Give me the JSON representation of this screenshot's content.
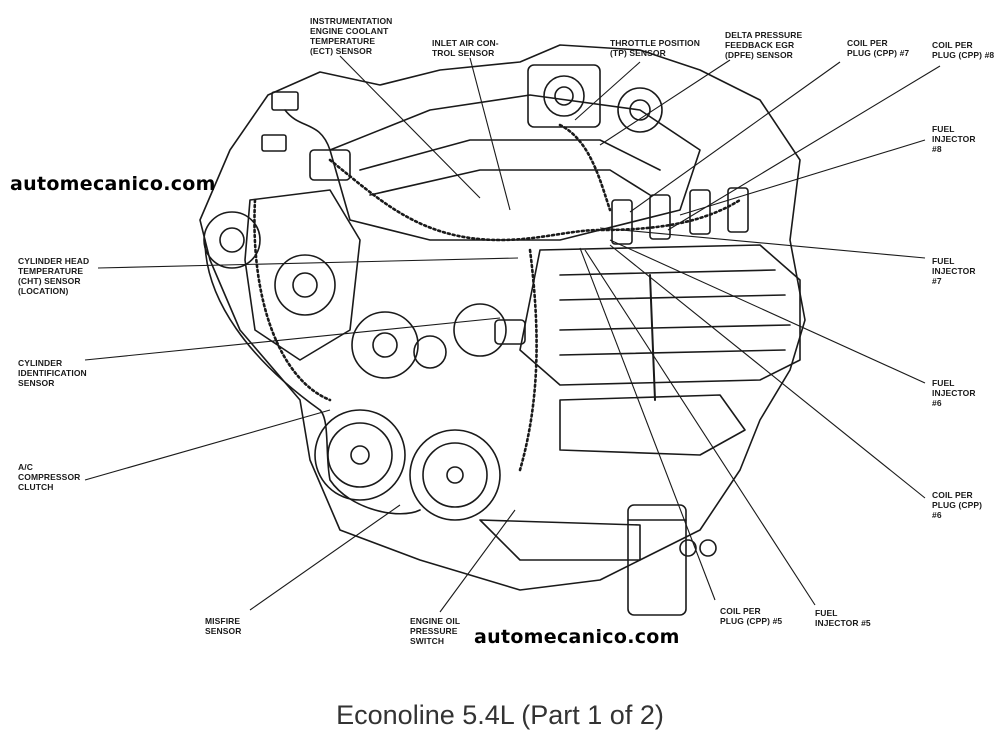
{
  "watermarks": [
    "automecanico.com",
    "automecanico.com"
  ],
  "caption": "Econoline 5.4L (Part 1 of 2)",
  "callouts": [
    {
      "id": "ect-sensor",
      "text": "INSTRUMENTATION\nENGINE COOLANT\nTEMPERATURE\n(ECT) SENSOR"
    },
    {
      "id": "iac-sensor",
      "text": "INLET AIR CON-\nTROL SENSOR"
    },
    {
      "id": "tp-sensor",
      "text": "THROTTLE POSITION\n(TP) SENSOR"
    },
    {
      "id": "dpfe-sensor",
      "text": "DELTA PRESSURE\nFEEDBACK EGR\n(DPFE) SENSOR"
    },
    {
      "id": "cpp-7",
      "text": "COIL PER\nPLUG (CPP) #7"
    },
    {
      "id": "cpp-8",
      "text": "COIL PER\nPLUG (CPP) #8"
    },
    {
      "id": "fuel-injector-8",
      "text": "FUEL\nINJECTOR\n#8"
    },
    {
      "id": "fuel-injector-7",
      "text": "FUEL\nINJECTOR\n#7"
    },
    {
      "id": "fuel-injector-6",
      "text": "FUEL\nINJECTOR\n#6"
    },
    {
      "id": "cpp-6",
      "text": "COIL PER\nPLUG (CPP)\n#6"
    },
    {
      "id": "cpp-5",
      "text": "COIL PER\nPLUG (CPP) #5"
    },
    {
      "id": "fuel-injector-5",
      "text": "FUEL\nINJECTOR #5"
    },
    {
      "id": "oil-pressure-switch",
      "text": "ENGINE OIL\nPRESSURE\nSWITCH"
    },
    {
      "id": "misfire-sensor",
      "text": "MISFIRE\nSENSOR"
    },
    {
      "id": "ac-clutch",
      "text": "A/C\nCOMPRESSOR\nCLUTCH"
    },
    {
      "id": "cid-sensor",
      "text": "CYLINDER\nIDENTIFICATION\nSENSOR"
    },
    {
      "id": "cht-sensor",
      "text": "CYLINDER HEAD\nTEMPERATURE\n(CHT) SENSOR\n(LOCATION)"
    }
  ]
}
